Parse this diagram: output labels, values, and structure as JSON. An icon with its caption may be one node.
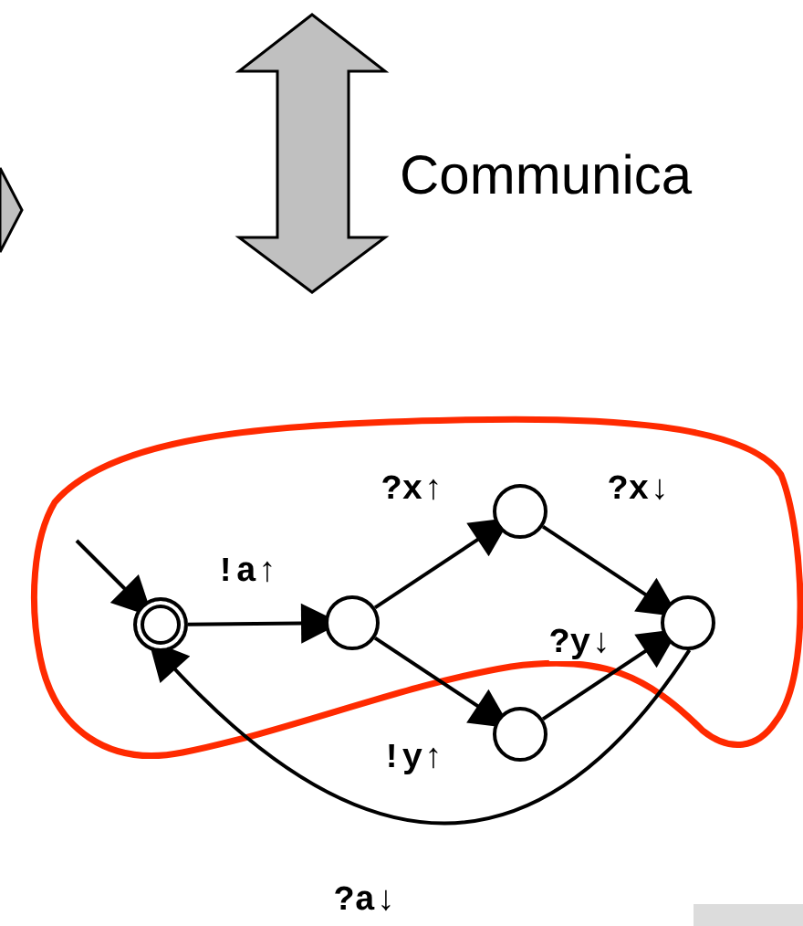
{
  "diagram": {
    "nodes": [
      {
        "text": [],
        "shape": "circle"
      },
      {
        "text": [],
        "shape": "circle"
      },
      {
        "text": [],
        "shape": "circle"
      },
      {
        "text": [],
        "shape": "circle"
      },
      {
        "text": [],
        "shape": "circle"
      }
    ],
    "edges": [
      {
        "from": null,
        "to": 0,
        "arrow": "to"
      },
      {
        "from": 0,
        "to": 1,
        "arrow": "to",
        "label": "!a↑"
      },
      {
        "from": 1,
        "to": 2,
        "arrow": "to",
        "label": "?x↑"
      },
      {
        "from": 1,
        "to": 3,
        "arrow": "to",
        "label": "!y↑"
      },
      {
        "from": 2,
        "to": 4,
        "arrow": "to",
        "label": "?x↓"
      },
      {
        "from": 3,
        "to": 4,
        "arrow": "to",
        "label": "?y↓"
      },
      {
        "from": 4,
        "to": 0,
        "arrow": "to",
        "label": "?a↓"
      }
    ],
    "labels": [
      "Communica"
    ]
  }
}
